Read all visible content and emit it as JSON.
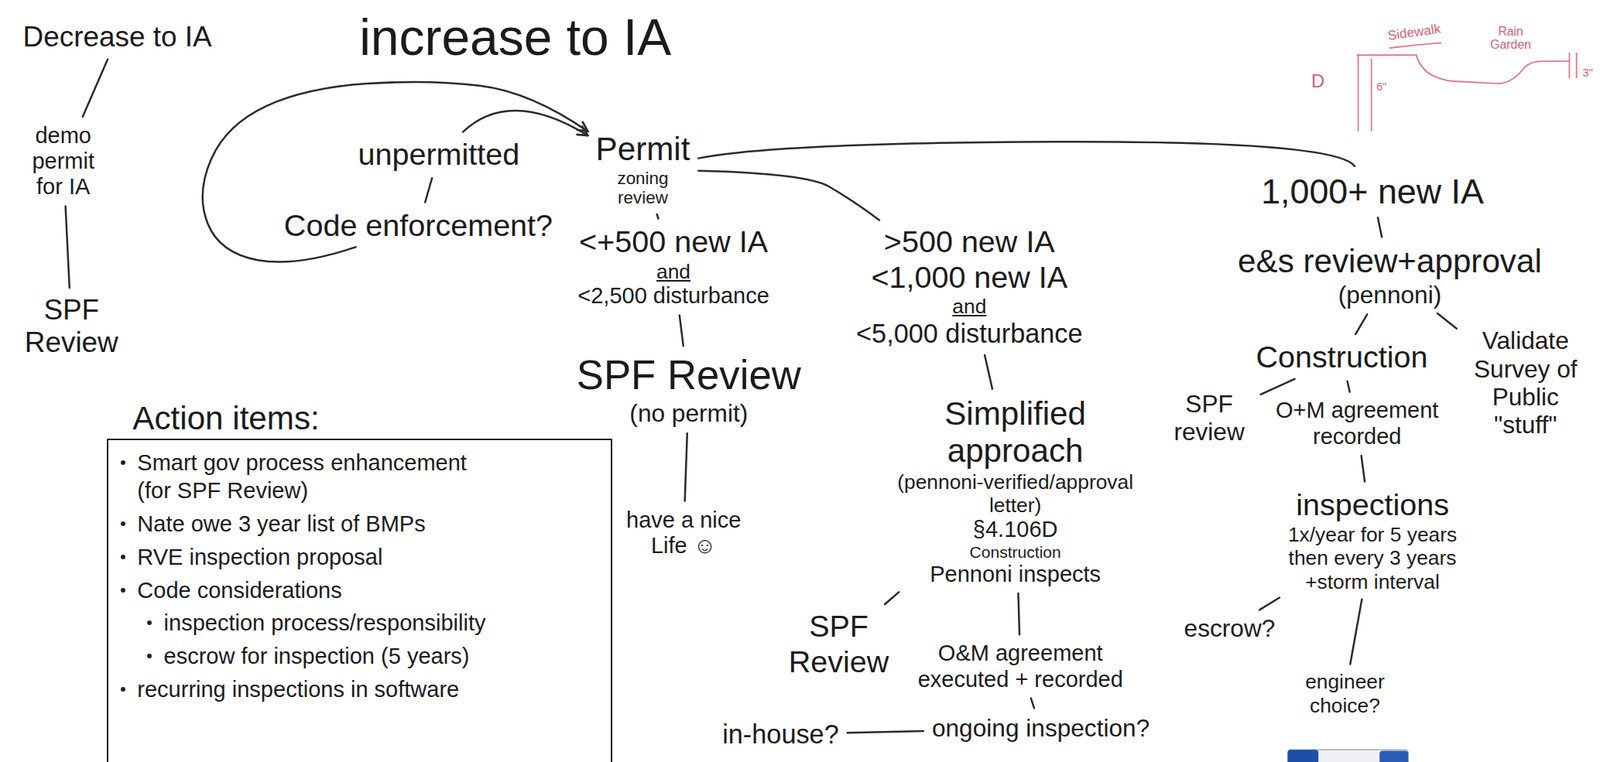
{
  "diagram": {
    "nodes": [
      {
        "text": [
          "Decrease to IA"
        ]
      },
      {
        "text": [
          "demo permit for IA"
        ]
      },
      {
        "text": [
          "SPF Review"
        ]
      },
      {
        "text": [
          "increase to IA"
        ]
      },
      {
        "text": [
          "unpermitted"
        ]
      },
      {
        "text": [
          "Permit",
          "zoning review"
        ]
      },
      {
        "text": [
          "Code enforcement?"
        ]
      },
      {
        "text": [
          "<+500 new IA",
          "and",
          "<2,500 disturbance"
        ]
      },
      {
        "text": [
          "SPF Review",
          "(no permit)"
        ]
      },
      {
        "text": [
          "have a nice Life ☺"
        ]
      },
      {
        "text": [
          ">500 new IA",
          "<1,000 new IA",
          "and",
          "<5,000 disturbance"
        ]
      },
      {
        "text": [
          "Simplified approach",
          "(pennoni-verified/approval letter)",
          "§4.106D",
          "Construction",
          "Pennoni inspects"
        ]
      },
      {
        "text": [
          "SPF Review"
        ]
      },
      {
        "text": [
          "O&M agreement executed + recorded"
        ]
      },
      {
        "text": [
          "ongoing inspection?"
        ]
      },
      {
        "text": [
          "in-house?"
        ]
      },
      {
        "text": [
          "1,000+ new IA"
        ]
      },
      {
        "text": [
          "e&s review+approval",
          "(pennoni)"
        ]
      },
      {
        "text": [
          "Construction"
        ]
      },
      {
        "text": [
          "SPF review"
        ]
      },
      {
        "text": [
          "Validate Survey of Public \"stuff\""
        ]
      },
      {
        "text": [
          "O+M agreement recorded"
        ]
      },
      {
        "text": [
          "inspections",
          "1x/year for 5 years then every 3 years +storm interval"
        ]
      },
      {
        "text": [
          "escrow?"
        ]
      },
      {
        "text": [
          "engineer choice?"
        ]
      },
      {
        "text": [
          "Action items:",
          "Smart gov process enhancement (for SPF Review)",
          "Nate owe 3 year list of BMPs",
          "RVE inspection proposal",
          "Code considerations",
          "inspection process/responsibility",
          "escrow for inspection (5 years)",
          "recurring inspections in software"
        ]
      }
    ],
    "edges": [
      {
        "from": 0,
        "to": 1,
        "arrow": "none"
      },
      {
        "from": 1,
        "to": 2,
        "arrow": "none"
      },
      {
        "from": 4,
        "to": 5,
        "arrow": "to"
      },
      {
        "from": 6,
        "to": 5,
        "arrow": "to"
      },
      {
        "from": 4,
        "to": 6,
        "arrow": "none"
      },
      {
        "from": 5,
        "to": 7,
        "arrow": "none"
      },
      {
        "from": 5,
        "to": 10,
        "arrow": "none"
      },
      {
        "from": 5,
        "to": 16,
        "arrow": "none"
      },
      {
        "from": 7,
        "to": 8,
        "arrow": "none"
      },
      {
        "from": 8,
        "to": 9,
        "arrow": "none"
      },
      {
        "from": 10,
        "to": 11,
        "arrow": "none"
      },
      {
        "from": 11,
        "to": 12,
        "arrow": "none"
      },
      {
        "from": 11,
        "to": 13,
        "arrow": "none"
      },
      {
        "from": 13,
        "to": 14,
        "arrow": "none"
      },
      {
        "from": 14,
        "to": 15,
        "arrow": "none"
      },
      {
        "from": 16,
        "to": 17,
        "arrow": "none"
      },
      {
        "from": 17,
        "to": 18,
        "arrow": "none"
      },
      {
        "from": 17,
        "to": 20,
        "arrow": "none"
      },
      {
        "from": 18,
        "to": 19,
        "arrow": "none"
      },
      {
        "from": 18,
        "to": 21,
        "arrow": "none"
      },
      {
        "from": 21,
        "to": 22,
        "arrow": "none"
      },
      {
        "from": 22,
        "to": 23,
        "arrow": "none"
      },
      {
        "from": 22,
        "to": 24,
        "arrow": "none"
      }
    ],
    "labels": [
      "Sidewalk",
      "Rain Garden",
      "D",
      "6\"",
      "3\""
    ]
  }
}
